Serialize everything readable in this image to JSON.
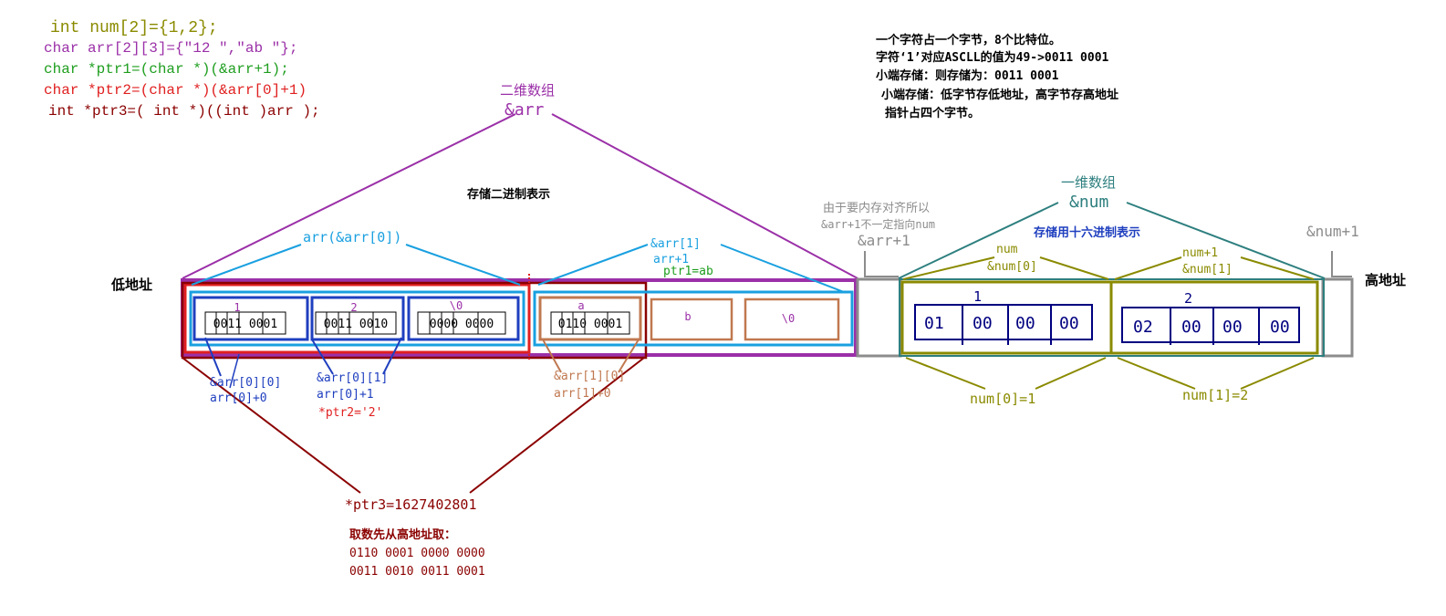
{
  "code": {
    "line1": "int num[2]={1,2};",
    "line2": "char arr[2][3]={\"12 \",\"ab \"};",
    "line3": "char *ptr1=(char *)(&arr+1);",
    "line4": "char *ptr2=(char *)(&arr[0]+1)",
    "line5": "int  *ptr3=( int *)((int )arr  );"
  },
  "notes": {
    "line1": "一个字符占一个字节，8个比特位。",
    "line2": "字符‘1’对应ASCLL的值为49->0011 0001",
    "line3": "小端存储：则存储为：0011 0001",
    "line4": "小端存储：低字节存低地址，高字节存高地址",
    "line5": "指针占四个字节。"
  },
  "labels": {
    "low_address": "低地址",
    "high_address": "高地址",
    "arr_2d_title": "二维数组",
    "arr_2d_addr": "&arr",
    "binary_caption": "存储二进制表示",
    "hex_caption": "存储用十六进制表示",
    "arr_row0": "arr(&arr[0])",
    "arr_row1": "&arr[1]",
    "arr_plus1": "arr+1",
    "ptr1": "ptr1=ab",
    "align_note_1": "由于要内存对齐所以",
    "align_note_2": "&arr+1不一定指向num",
    "arr_addr_plus1": "&arr+1",
    "num_title": "一维数组",
    "num_addr": "&num",
    "num_plus1": "&num+1",
    "num_label": "num",
    "num0_addr": "&num[0]",
    "num_plus1_small": "num+1",
    "num1_addr": "&num[1]",
    "num0_value": "num[0]=1",
    "num1_value": "num[1]=2",
    "arr00_a": "&arr[0][0]",
    "arr00_b": "arr[0]+0",
    "arr01_a": "&arr[0][1]",
    "arr01_b": "arr[0]+1",
    "ptr2": "*ptr2='2'",
    "arr10_a": "&arr[1][0]",
    "arr10_b": "arr[1]+0",
    "ptr3": "*ptr3=1627402801",
    "fetch_note": "取数先从高地址取：",
    "fetch_line1": "0110 0001 0000 0000",
    "fetch_line2": "0011 0010 0011 0001"
  },
  "arr_cells": [
    {
      "char": "1",
      "bits": "0011 0001"
    },
    {
      "char": "2",
      "bits": "0011 0010"
    },
    {
      "char": "\\0",
      "bits": "0000 0000"
    },
    {
      "char": "a",
      "bits": "0110 0001"
    },
    {
      "char": "b",
      "bits": ""
    },
    {
      "char": "\\0",
      "bits": ""
    }
  ],
  "num_cells": [
    {
      "value": "1",
      "bytes": [
        "01",
        "00",
        "00",
        "00"
      ]
    },
    {
      "value": "2",
      "bytes": [
        "02",
        "00",
        "00",
        "00"
      ]
    }
  ],
  "colors": {
    "olive": "#8a8a00",
    "purple": "#9b30a8",
    "green": "#1e9e1e",
    "red": "#e02020",
    "darkred": "#8b0000",
    "blue": "#1f3fbf",
    "cyan": "#1aa0e0",
    "brown": "#c07850",
    "teal": "#2e7f7f",
    "gray": "#8c8c8c",
    "navy": "#000080"
  }
}
